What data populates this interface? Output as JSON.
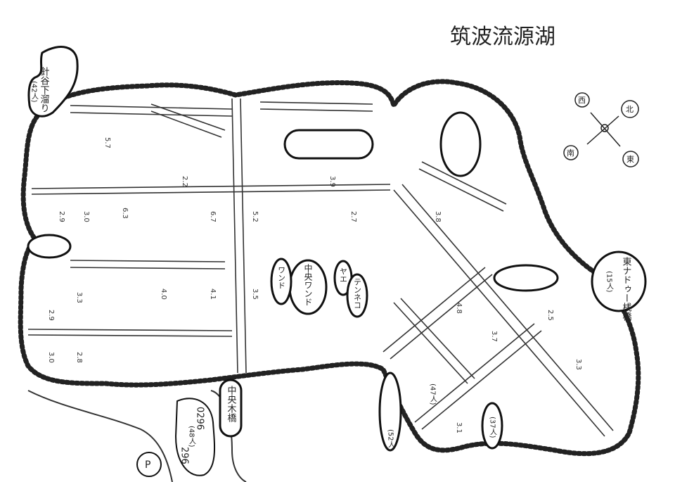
{
  "map": {
    "title": "筑波流源湖",
    "compass": {
      "north": "北",
      "south": "南",
      "east": "東",
      "west": "西"
    },
    "spots": {
      "harigaya": "針谷下溜り",
      "harigaya_count": "(42人)",
      "central_bridge": "中央木橋",
      "central_bay": "中央ワンド",
      "east_pier": "東ナドゥー桟橋",
      "east_pier_count": "(15人)",
      "south_count": "(48人)",
      "south_code_a": "0296",
      "south_code_b": "296",
      "small_bay_1": "ワンド",
      "small_bay_2": "ヤエ",
      "small_bay_3": "テンネコ",
      "sw_pier_count": "(52人)",
      "se_pier_count": "(37人)",
      "mid_pier_count": "(47人)",
      "p_mark": "P"
    },
    "depths": [
      "2.9",
      "3.0",
      "6.3",
      "5.7",
      "2.2",
      "3.3",
      "4.0",
      "2.9",
      "3.0",
      "2.8",
      "6.7",
      "5.2",
      "4.1",
      "3.5",
      "3.9",
      "2.7",
      "3.8",
      "4.8",
      "3.7",
      "2.5",
      "3.3",
      "3.1"
    ]
  }
}
